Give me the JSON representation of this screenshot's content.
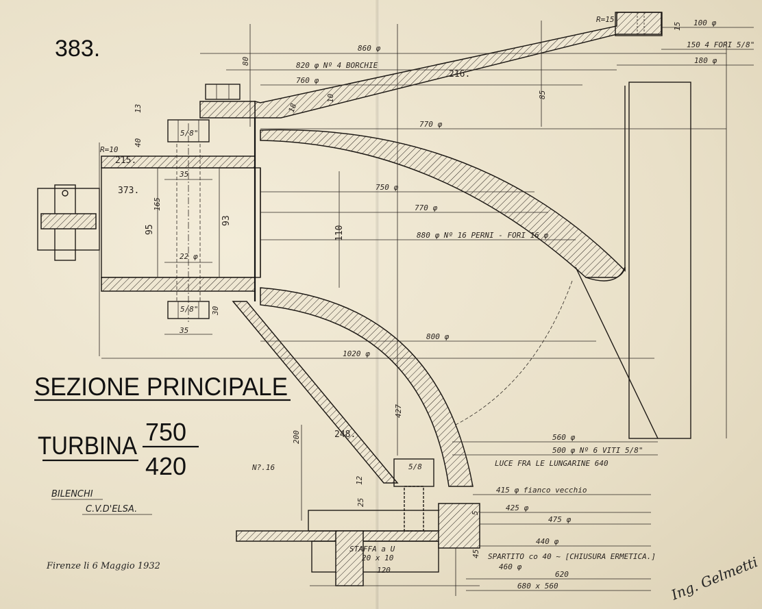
{
  "drawing_number": "383.",
  "title": "SEZIONE PRINCIPALE",
  "subtitle_prefix": "TURBINA",
  "subtitle_numerator": "750",
  "subtitle_denominator": "420",
  "location_line1": "BILENCHI",
  "location_line2": "C.V.D'ELSA.",
  "date_text": "Firenze li 6 Maggio 1932",
  "signature": "Ing. Gelmetti",
  "part_labels": {
    "p215": "215.",
    "p216": "216.",
    "p373": "373.",
    "p248": "248.",
    "np16": "N?.16"
  },
  "dimensions": {
    "d860": "860 φ",
    "d820": "820 φ  Nº 4 BORCHIE",
    "d760": "760 φ",
    "d770a": "770 φ",
    "d750": "750 φ",
    "d770b": "770 φ",
    "d880": "880 φ  Nº 16 PERNI - FORI  16 φ",
    "d800": "800 φ",
    "d1020": "1020 φ",
    "d100": "100 φ",
    "d150": "150  4 FORI 5/8\"",
    "d180": "180 φ",
    "d560": "560 φ",
    "d500": "500 φ  Nº 6 VITI 5/8\"",
    "luce": "LUCE  FRA LE LUNGARINE  640",
    "d415": "415 φ  fianco vecchio",
    "d425": "425 φ",
    "d475": "475 φ",
    "d440": "440 φ",
    "spartito": "SPARTITO  co 40 ~ [CHIUSURA ERMETICA.]",
    "d460": "460 φ",
    "d620": "620",
    "d680": "680 x 560",
    "staffa": "STAFFA a U",
    "staffa2": "20 x 10",
    "d120": "120",
    "v85": "85",
    "v80": "80",
    "v110": "110",
    "v427": "427",
    "v200": "200",
    "v95": "95",
    "v93": "93",
    "v165": "165",
    "v35top": "35",
    "v22": "22 φ",
    "v35bot": "35",
    "v58top": "5/8\"",
    "v58bot": "5/8\"",
    "v58low": "5/8",
    "v13": "13",
    "v40": "40",
    "v30": "30",
    "v15": "15",
    "v10": "10",
    "v12": "12",
    "v25": "25",
    "v45": "45",
    "v5": "5",
    "r10": "R=10",
    "r15": "R=15",
    "v18": "18"
  }
}
